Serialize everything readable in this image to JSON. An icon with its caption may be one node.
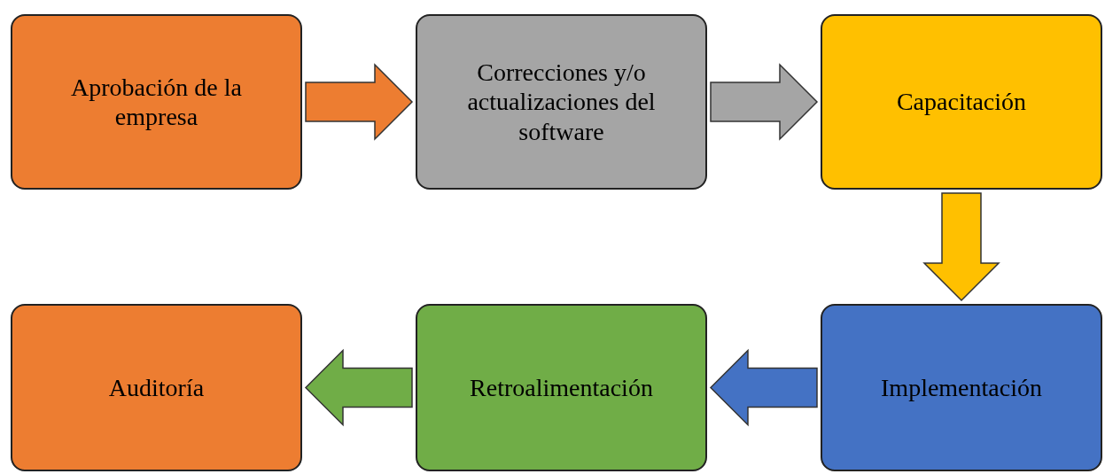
{
  "diagram": {
    "nodes": [
      {
        "text": [
          "Aprobación de la empresa"
        ]
      },
      {
        "text": [
          "Correcciones y/o actualizaciones del software"
        ]
      },
      {
        "text": [
          "Capacitación"
        ]
      },
      {
        "text": [
          "Implementación"
        ]
      },
      {
        "text": [
          "Retroalimentación"
        ]
      },
      {
        "text": [
          "Auditoría"
        ]
      }
    ],
    "edges": [
      {
        "from": 0,
        "to": 1,
        "arrow": "to",
        "color": "#ed7d31"
      },
      {
        "from": 1,
        "to": 2,
        "arrow": "to",
        "color": "#a5a5a5"
      },
      {
        "from": 2,
        "to": 3,
        "arrow": "to",
        "color": "#ffc000"
      },
      {
        "from": 3,
        "to": 4,
        "arrow": "to",
        "color": "#4472c4"
      },
      {
        "from": 4,
        "to": 5,
        "arrow": "to",
        "color": "#70ad47"
      }
    ]
  }
}
